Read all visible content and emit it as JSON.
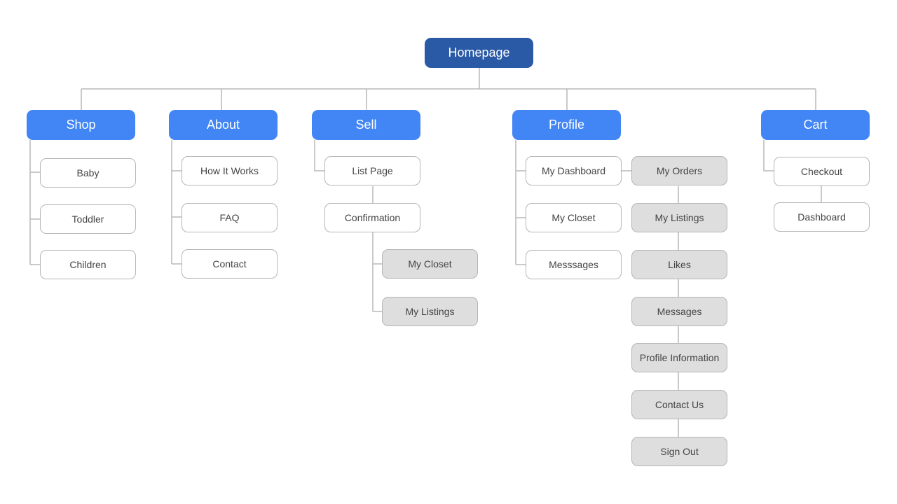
{
  "sitemap": {
    "root": "Homepage",
    "shop": {
      "label": "Shop",
      "items": [
        "Baby",
        "Toddler",
        "Children"
      ]
    },
    "about": {
      "label": "About",
      "items": [
        "How It Works",
        "FAQ",
        "Contact"
      ]
    },
    "sell": {
      "label": "Sell",
      "items": [
        "List Page",
        "Confirmation"
      ],
      "confirmation_children": [
        "My Closet",
        "My Listings"
      ]
    },
    "profile": {
      "label": "Profile",
      "items": [
        "My Dashboard",
        "My Closet",
        "Messsages"
      ],
      "dashboard_children": [
        "My Orders",
        "My Listings",
        "Likes",
        "Messages",
        "Profile Information",
        "Contact Us",
        "Sign Out"
      ]
    },
    "cart": {
      "label": "Cart",
      "items": [
        "Checkout",
        "Dashboard"
      ]
    }
  },
  "colors": {
    "root": "#2a59a5",
    "category": "#4285f4",
    "page_border": "#b6b6b6",
    "subpage_fill": "#dedede",
    "connector": "#b9b9b9"
  }
}
